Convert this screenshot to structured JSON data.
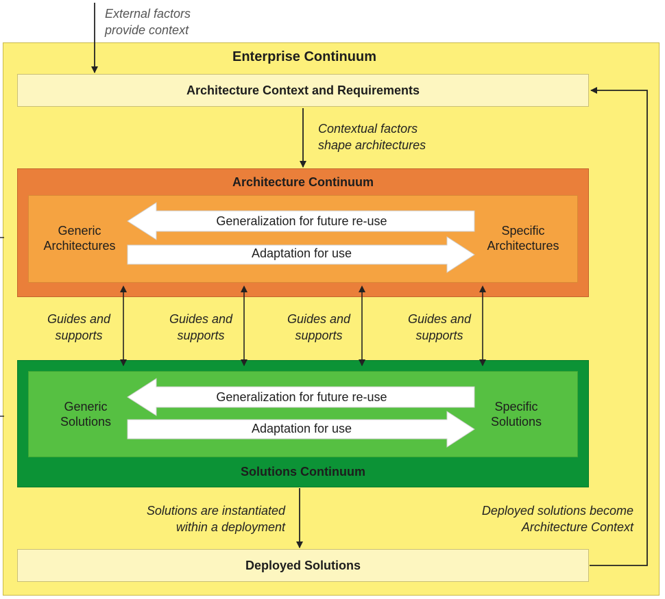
{
  "external_note": [
    "External factors",
    "provide context"
  ],
  "enterprise_title": "Enterprise Continuum",
  "context_bar": "Architecture Context and Requirements",
  "contextual_note": [
    "Contextual factors",
    "shape architectures"
  ],
  "architecture": {
    "title": "Architecture Continuum",
    "left_label": [
      "Generic",
      "Architectures"
    ],
    "right_label": [
      "Specific",
      "Architectures"
    ],
    "generalization": "Generalization for future re-use",
    "adaptation": "Adaptation for use"
  },
  "guides": [
    [
      "Guides and",
      "supports"
    ],
    [
      "Guides and",
      "supports"
    ],
    [
      "Guides and",
      "supports"
    ],
    [
      "Guides and",
      "supports"
    ]
  ],
  "solutions": {
    "title": "Solutions Continuum",
    "left_label": [
      "Generic",
      "Solutions"
    ],
    "right_label": [
      "Specific",
      "Solutions"
    ],
    "generalization": "Generalization for future re-use",
    "adaptation": "Adaptation for use"
  },
  "instantiated_note": [
    "Solutions are instantiated",
    "within a deployment"
  ],
  "deployed_note": [
    "Deployed solutions become",
    "Architecture Context"
  ],
  "deployed_bar": "Deployed Solutions",
  "colors": {
    "enterprise_bg": "#fdf07a",
    "bar_bg": "#fdf6c0",
    "arch_outer": "#ea7f3a",
    "arch_inner": "#f5a341",
    "sol_outer": "#0c9336",
    "sol_inner": "#56c042"
  }
}
